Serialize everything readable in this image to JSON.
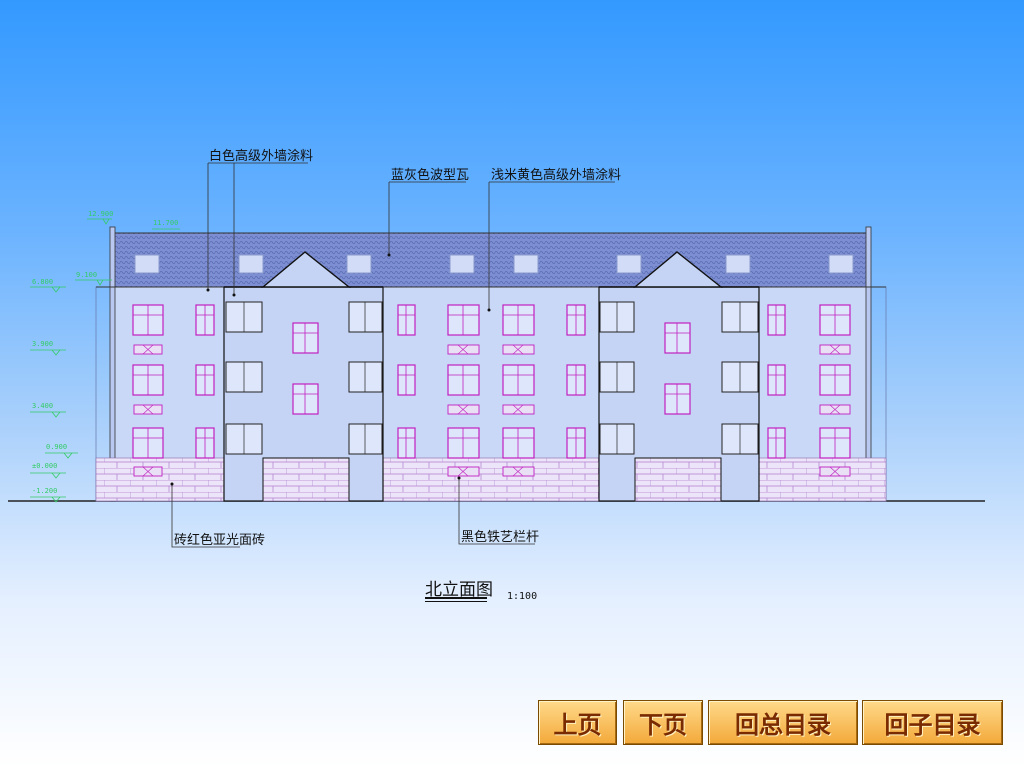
{
  "drawing": {
    "title": "北立面图",
    "scale": "1:100",
    "annotations": {
      "wall_white": "白色高级外墙涂料",
      "roof_tile": "蓝灰色波型瓦",
      "wall_beige": "浅米黄色高级外墙涂料",
      "base_brick": "砖红色亚光面砖",
      "railing": "黑色铁艺栏杆"
    },
    "levels_left": [
      "12.900",
      "9.100",
      "6.800",
      "3.900",
      "3.400",
      "0.900",
      "±0.000",
      "-1.200"
    ],
    "level_right": "11.700"
  },
  "nav": {
    "prev": "上页",
    "next": "下页",
    "main_menu": "回总目录",
    "sub_menu": "回子目录"
  }
}
